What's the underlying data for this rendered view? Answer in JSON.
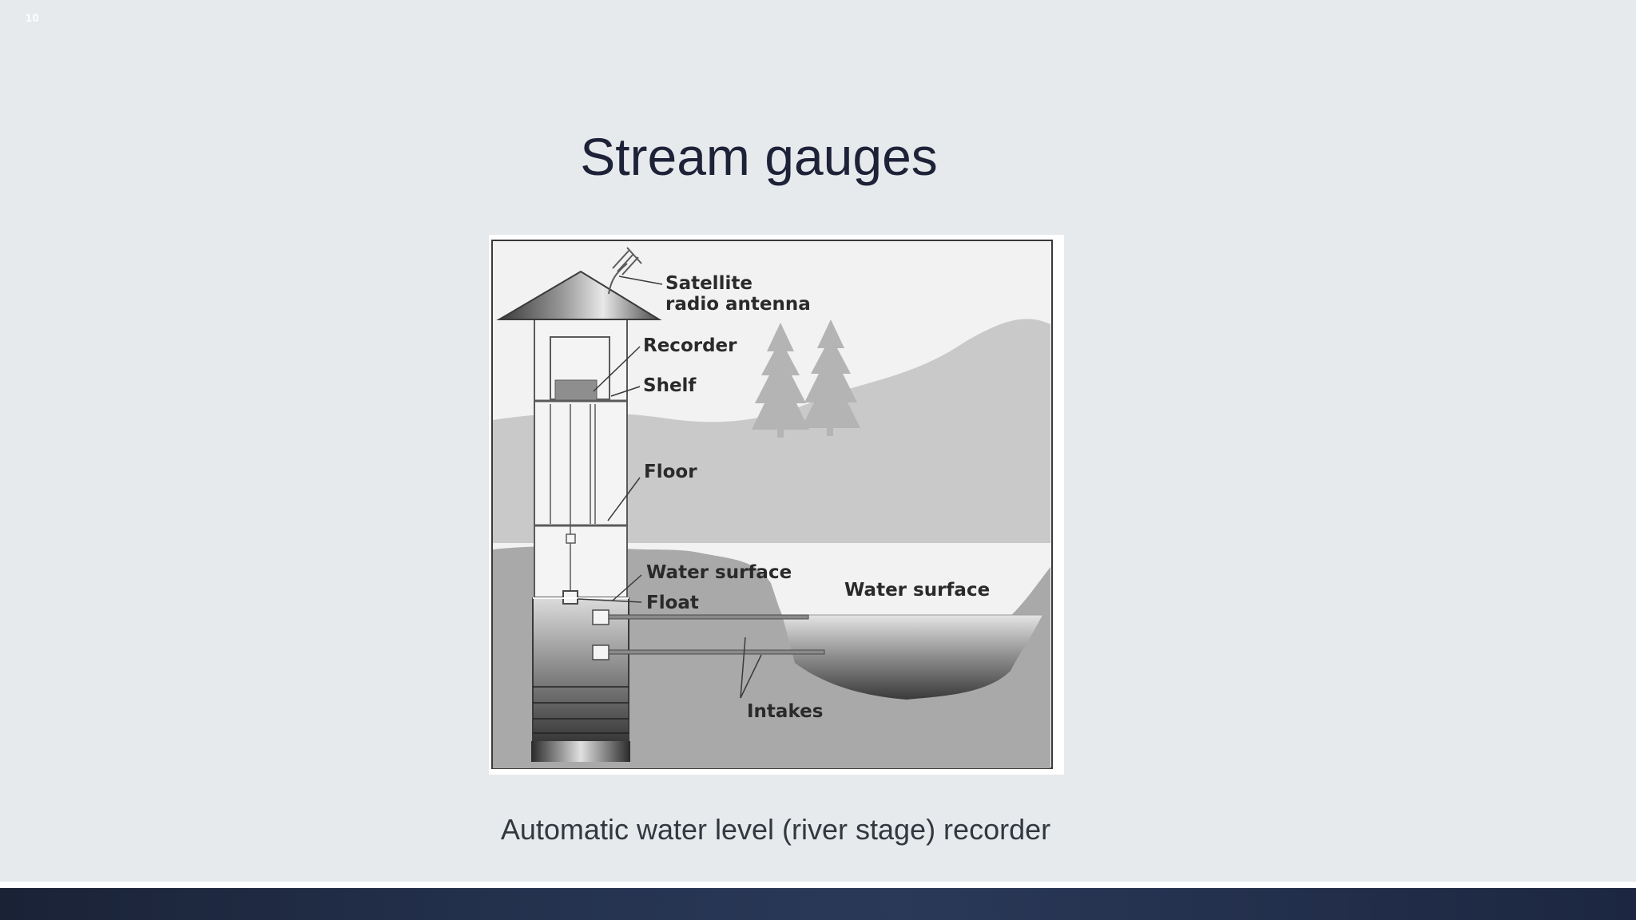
{
  "slide": {
    "number": "10",
    "title": "Stream gauges",
    "caption": "Automatic water level (river stage) recorder"
  },
  "diagram": {
    "labels": {
      "antenna_line1": "Satellite",
      "antenna_line2": "radio antenna",
      "recorder": "Recorder",
      "shelf": "Shelf",
      "floor": "Floor",
      "water_surface_well": "Water surface",
      "float": "Float",
      "water_surface_stream": "Water surface",
      "intakes": "Intakes"
    }
  },
  "colors": {
    "title": "#1d2238",
    "background": "#e6eaec",
    "footer_bar": "#1a2236"
  }
}
